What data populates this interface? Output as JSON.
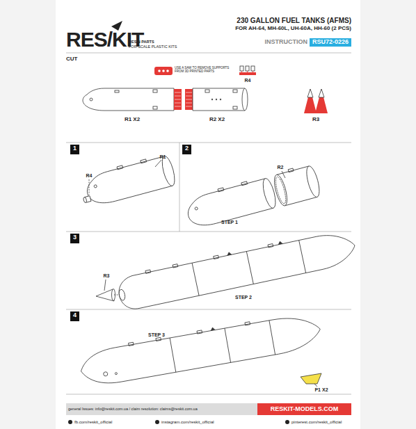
{
  "diagram": {
    "title": "230 GALLON FUEL TANKS (AFMS)",
    "labels": [
      "RES/KIT",
      "RESIN PARTS",
      "FOR SCALE PLASTIC KITS",
      "FOR AH-64, MH-60L, UH-60A, HH-60 (2 PCS)",
      "INSTRUCTION",
      "RSU72-0226",
      "CUT",
      "USE A SAW TO REMOVE SUPPORTS FROM 3D PRINTED PARTS",
      "R4",
      "R1 X2",
      "R2 X2",
      "R3",
      "1",
      "R4",
      "R1",
      "2",
      "R2",
      "STEP 1",
      "3",
      "R3",
      "STEP 2",
      "4",
      "STEP 3",
      "P1 X2",
      "general Issues: info@reskit.com.ua / claim resolution: claims@reskit.com.ua",
      "RESKIT-MODELS.COM",
      "fb.com/reskit_official",
      "instagram.com/reskit_official",
      "pinterest.com/reskit_official"
    ]
  }
}
